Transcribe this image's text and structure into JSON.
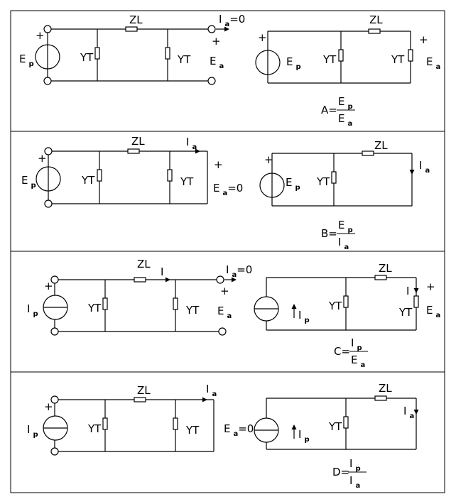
{
  "panels": [
    {
      "id": "A",
      "labels": [
        {
          "text": "ZL"
        },
        {
          "text": "+"
        },
        {
          "text": "E",
          "sub": "p"
        },
        {
          "text": "YT"
        },
        {
          "text": "YT"
        },
        {
          "text": "I",
          "sub": "a",
          "suffix": "=0"
        },
        {
          "text": "+"
        },
        {
          "text": "E",
          "sub": "a"
        },
        {
          "text": "ZL"
        },
        {
          "text": "+"
        },
        {
          "text": "+"
        },
        {
          "text": "E",
          "sub": "p"
        },
        {
          "text": "YT"
        },
        {
          "text": "YT"
        },
        {
          "text": "E",
          "sub": "a"
        }
      ],
      "formula": {
        "lhs": "A=",
        "num": {
          "text": "E",
          "sub": "p"
        },
        "den": {
          "text": "E",
          "sub": "a"
        }
      }
    },
    {
      "id": "B",
      "labels": [
        {
          "text": "ZL"
        },
        {
          "text": "+"
        },
        {
          "text": "E",
          "sub": "p"
        },
        {
          "text": "YT"
        },
        {
          "text": "YT"
        },
        {
          "text": "I",
          "sub": "a"
        },
        {
          "text": "+"
        },
        {
          "text": "E",
          "sub": "a",
          "suffix": "=0"
        },
        {
          "text": "ZL"
        },
        {
          "text": "+"
        },
        {
          "text": "E",
          "sub": "p"
        },
        {
          "text": "YT"
        },
        {
          "text": "I",
          "sub": "a"
        }
      ],
      "formula": {
        "lhs": "B=",
        "num": {
          "text": "E",
          "sub": "p"
        },
        "den": {
          "text": "I",
          "sub": "a"
        }
      }
    },
    {
      "id": "C",
      "labels": [
        {
          "text": "ZL"
        },
        {
          "text": "+"
        },
        {
          "text": "I",
          "sub": "p"
        },
        {
          "text": "YT"
        },
        {
          "text": "YT"
        },
        {
          "text": "I"
        },
        {
          "text": "I",
          "sub": "a",
          "suffix": "=0"
        },
        {
          "text": "+"
        },
        {
          "text": "E",
          "sub": "a"
        },
        {
          "text": "ZL"
        },
        {
          "text": "I",
          "sub": "p"
        },
        {
          "text": "YT"
        },
        {
          "text": "I"
        },
        {
          "text": "+"
        },
        {
          "text": "YT"
        },
        {
          "text": "E",
          "sub": "a"
        }
      ],
      "formula": {
        "lhs": "C=",
        "num": {
          "text": "I",
          "sub": "p"
        },
        "den": {
          "text": "E",
          "sub": "a"
        }
      }
    },
    {
      "id": "D",
      "labels": [
        {
          "text": "ZL"
        },
        {
          "text": "+"
        },
        {
          "text": "I",
          "sub": "p"
        },
        {
          "text": "YT"
        },
        {
          "text": "YT"
        },
        {
          "text": "I",
          "sub": "a"
        },
        {
          "text": "E",
          "sub": "a",
          "suffix": "=0"
        },
        {
          "text": "ZL"
        },
        {
          "text": "I",
          "sub": "p"
        },
        {
          "text": "YT"
        },
        {
          "text": "I",
          "sub": "a"
        }
      ],
      "formula": {
        "lhs": "D=",
        "num": {
          "text": "I",
          "sub": "p"
        },
        "den": {
          "text": "I",
          "sub": "a"
        }
      }
    }
  ]
}
